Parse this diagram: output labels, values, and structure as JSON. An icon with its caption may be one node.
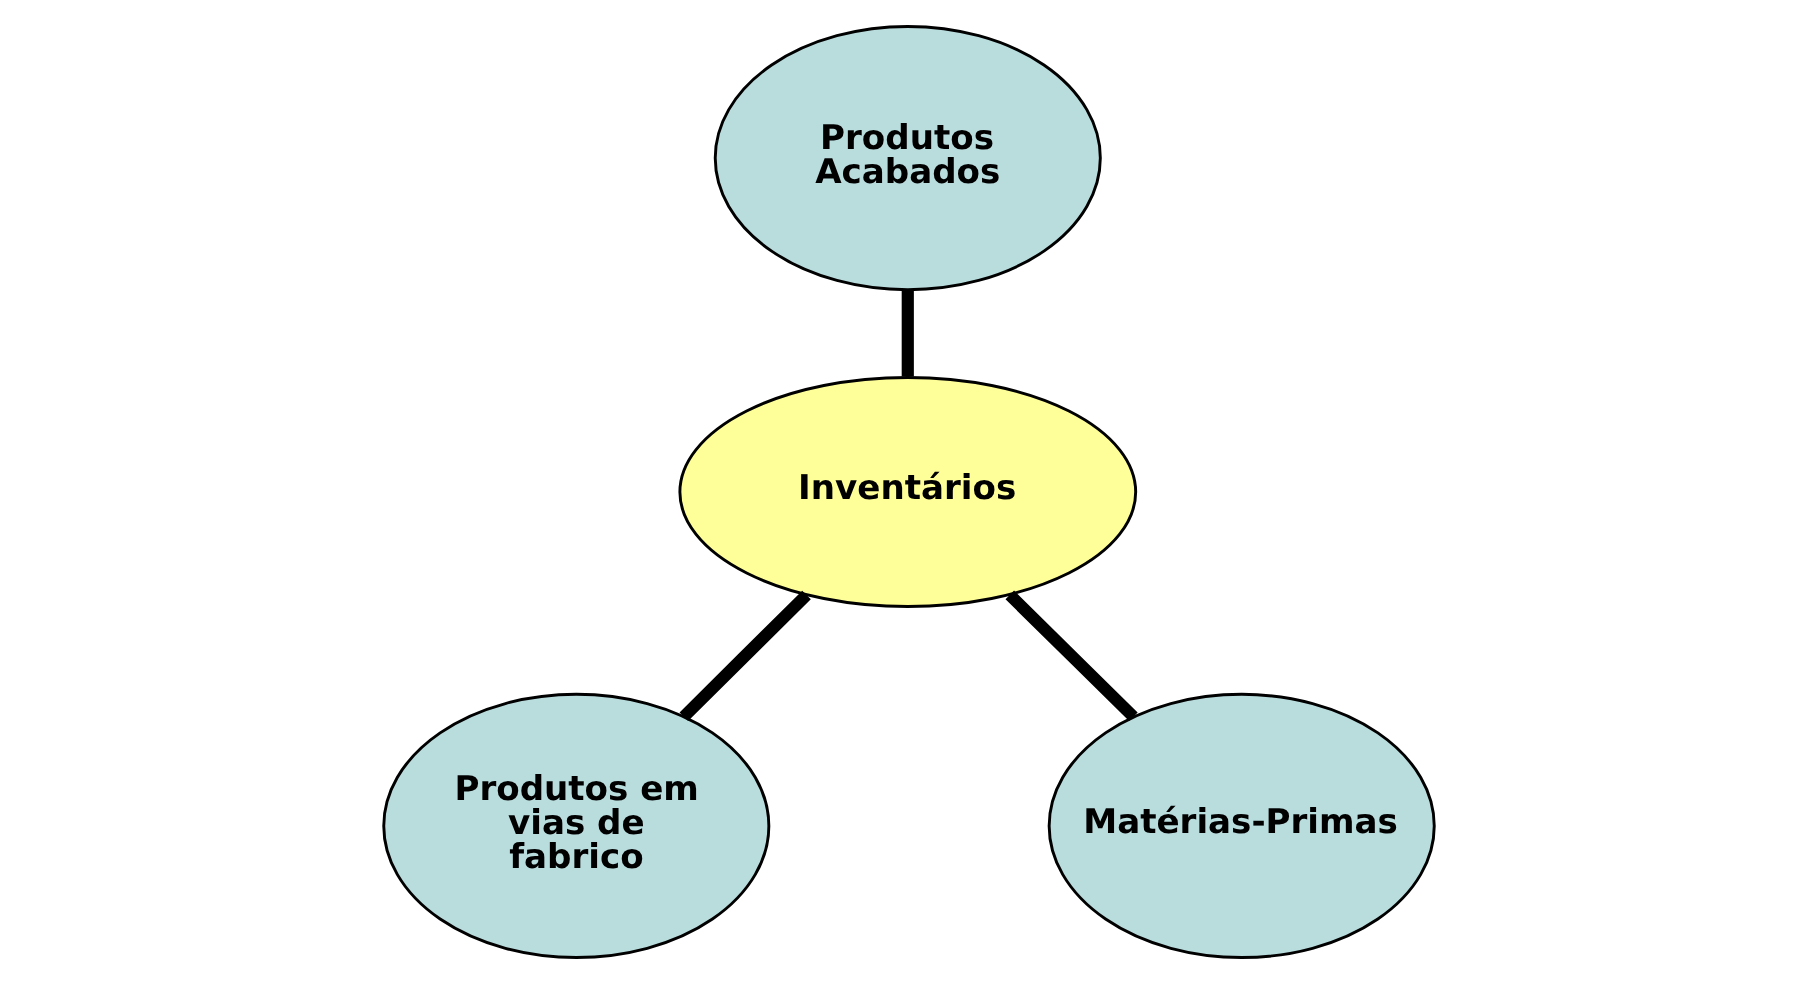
{
  "diagram": {
    "nodes": [
      {
        "text": [
          "Inventários"
        ]
      },
      {
        "text": [
          "Produtos Acabados"
        ]
      },
      {
        "text": [
          "Produtos em vias de fabrico"
        ]
      },
      {
        "text": [
          "Matérias-Primas"
        ]
      }
    ],
    "edges": [
      {
        "from": 0,
        "to": 1,
        "arrow": "none"
      },
      {
        "from": 0,
        "to": 2,
        "arrow": "none"
      },
      {
        "from": 0,
        "to": 3,
        "arrow": "none"
      }
    ]
  }
}
